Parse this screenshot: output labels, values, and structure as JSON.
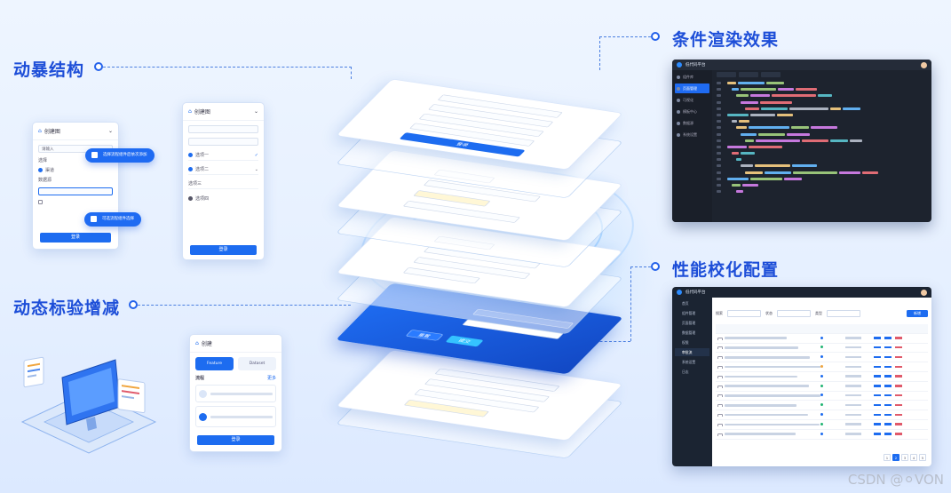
{
  "callouts": {
    "dynamic_structure": "动暴结构",
    "conditional_render": "条件渲染效果",
    "dynamic_validation": "动态标验增减",
    "performance_config": "性能校化配置"
  },
  "left_card": {
    "title": "创建图",
    "field1": "请输入",
    "label1": "选择",
    "option1": "渠道",
    "label2": "数据源",
    "submit": "登录"
  },
  "mid_card": {
    "title": "创建图",
    "items": [
      "选项一",
      "选项二",
      "选项三",
      "选项四"
    ],
    "submit": "登录"
  },
  "bottom_card": {
    "title": "创建",
    "tab1": "Feature",
    "tab2": "Dataset",
    "section": "流程",
    "link": "更多",
    "submit": "登录"
  },
  "pills": [
    "选择流程组件后依次添加",
    "可选流程组件选择"
  ],
  "center_stack": {
    "top_button": "登录",
    "blue_button1": "重置",
    "blue_button2": "提交"
  },
  "editor": {
    "title": "低代码平台",
    "sidebar": [
      "组件库",
      "页面管理",
      "可视化",
      "模板中心",
      "数据源",
      "系统设置"
    ]
  },
  "table": {
    "title": "低代码平台",
    "search_label": "搜索",
    "status_label": "状态",
    "type_label": "类型",
    "add_button": "新增",
    "sidebar": [
      "首页",
      "组件管理",
      "页面管理",
      "数据管理",
      "权限",
      "审批流",
      "系统设置",
      "日志"
    ],
    "rows": 11,
    "pages": [
      "1",
      "2",
      "3",
      "4",
      "5"
    ]
  },
  "watermark": "CSDN @⚪VON",
  "colors": {
    "brand": "#1d6cf0",
    "callout": "#1d4ed8",
    "editor_bg": "#1d232e"
  }
}
